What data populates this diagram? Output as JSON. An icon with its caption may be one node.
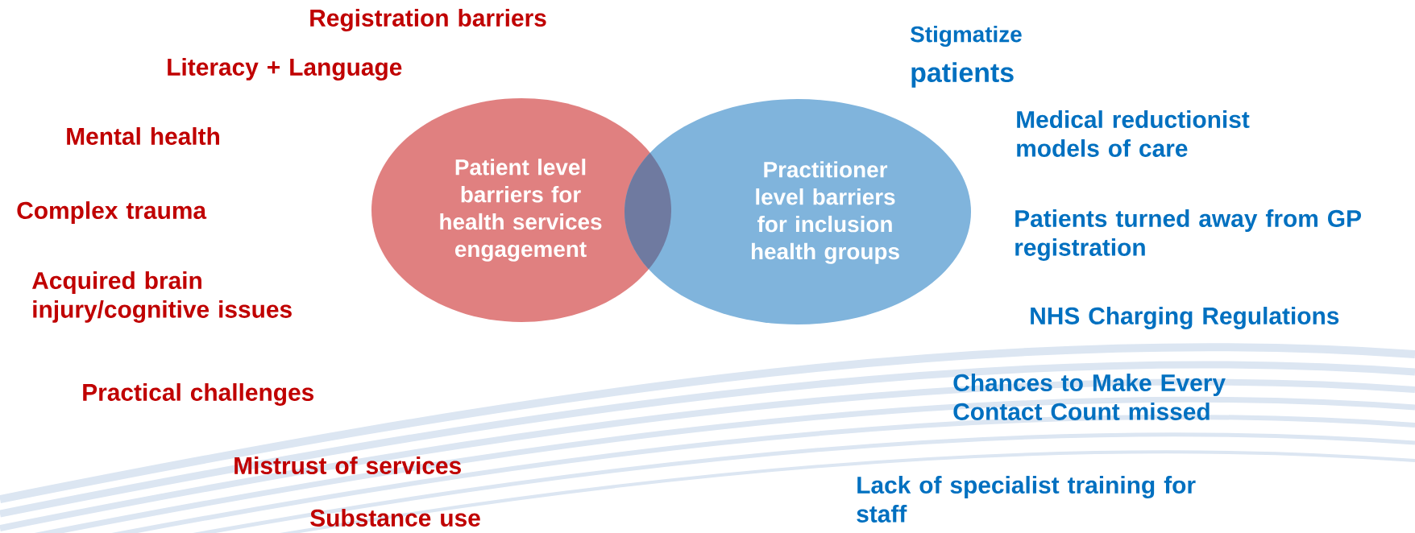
{
  "diagram": {
    "nodes": [
      {
        "text": [
          "Patient level barriers for health services engagement"
        ]
      },
      {
        "text": [
          "Practitioner level barriers for inclusion health groups"
        ]
      }
    ],
    "labels": [
      "Registration barriers",
      "Literacy + Language",
      "Mental health",
      "Complex trauma",
      "Acquired brain injury/cognitive issues",
      "Practical challenges",
      "Mistrust of services",
      "Substance use",
      "Stigmatize",
      "patients",
      "Medical reductionist models of care",
      "Patients turned away from GP registration",
      "NHS Charging Regulations",
      "Chances to Make Every Contact Count missed",
      "Lack of specialist training for staff"
    ]
  }
}
